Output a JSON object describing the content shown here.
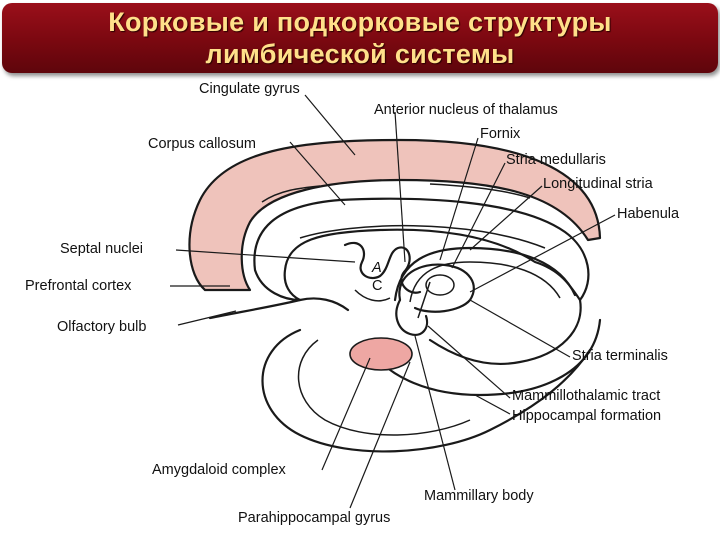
{
  "title": {
    "line1": "Корковые и подкорковые структуры",
    "line2": "лимбической системы"
  },
  "labels": {
    "cingulate_gyrus": "Cingulate gyrus",
    "corpus_callosum": "Corpus callosum",
    "septal_nuclei": "Septal nuclei",
    "prefrontal_cortex": "Prefrontal cortex",
    "olfactory_bulb": "Olfactory bulb",
    "amygdaloid_complex": "Amygdaloid complex",
    "parahippocampal_gyrus": "Parahippocampal gyrus",
    "anterior_nucleus_thalamus": "Anterior nucleus of thalamus",
    "fornix": "Fornix",
    "stria_medullaris": "Stria medullaris",
    "longitudinal_stria": "Longitudinal stria",
    "habenula": "Habenula",
    "stria_terminalis": "Stria terminalis",
    "mammillothalamic_tract": "Mammillothalamic tract",
    "hippocampal_formation": "Hippocampal formation",
    "mammillary_body": "Mammillary body"
  },
  "colors": {
    "title_background": "#7a0810",
    "title_text": "#ffe08a",
    "cingulate_fill": "#efc3bb",
    "amygdala_fill": "#eea7a3"
  }
}
